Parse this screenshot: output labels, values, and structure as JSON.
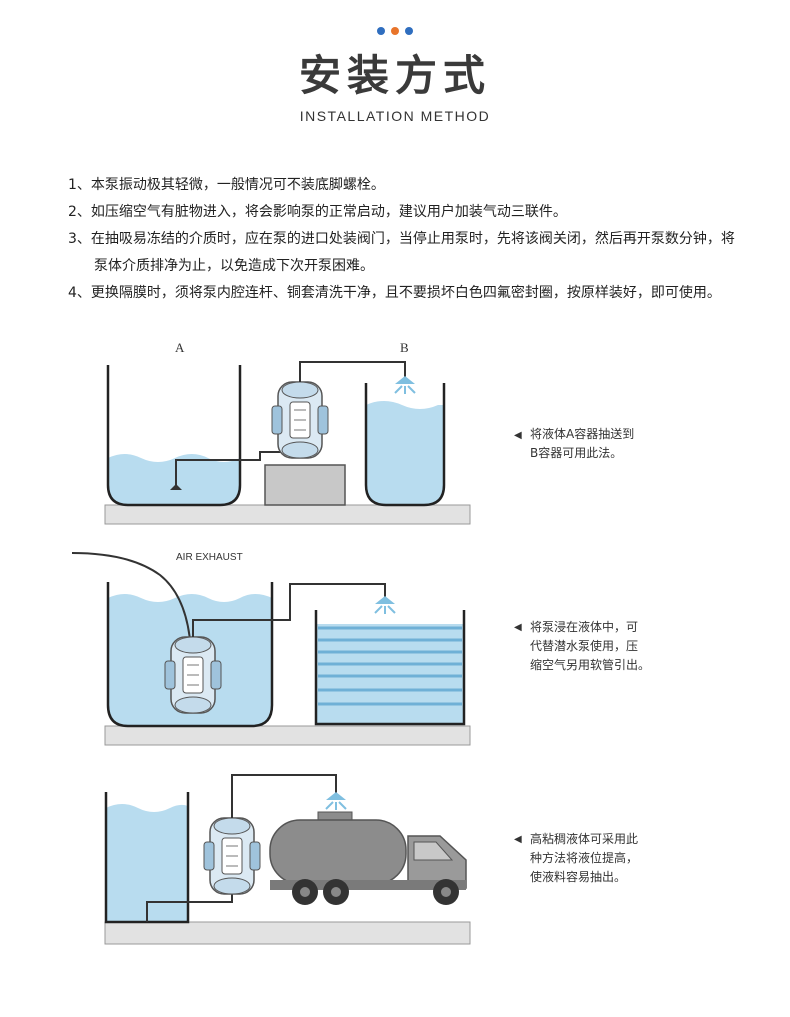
{
  "header": {
    "dot_colors": [
      "#2f6ebf",
      "#e8742a",
      "#2f6ebf"
    ],
    "title": "安装方式",
    "subtitle": "INSTALLATION METHOD"
  },
  "notes": [
    "1、本泵振动极其轻微，一般情况可不装底脚螺栓。",
    "2、如压缩空气有脏物进入，将会影响泵的正常启动，建议用户加装气动三联件。",
    "3、在抽吸易冻结的介质时，应在泵的进口处装阀门，当停止用泵时，先将该阀关闭，然后再开泵数分钟，将泵体介质排净为止，以免造成下次开泵困难。",
    "4、更换隔膜时，须将泵内腔连杆、铜套清洗干净，且不要损坏白色四氟密封圈，按原样装好，即可使用。"
  ],
  "diagrams": {
    "d1": {
      "label_a": "A",
      "label_b": "B",
      "caption_1": "将液体A容器抽送到",
      "caption_2": "B容器可用此法。"
    },
    "d2": {
      "air_exhaust": "AIR EXHAUST",
      "caption_1": "将泵浸在液体中，可",
      "caption_2": "代替潜水泵使用，压",
      "caption_3": "缩空气另用软管引出。"
    },
    "d3": {
      "caption_1": "高粘稠液体可采用此",
      "caption_2": "种方法将液位提高，",
      "caption_3": "使液料容易抽出。"
    }
  },
  "colors": {
    "liquid": "#b8dcef",
    "liquid_dark": "#7fbfe0",
    "floor": "#e2e2e2",
    "tank_stroke": "#222222",
    "truck": "#8c8c8c"
  }
}
